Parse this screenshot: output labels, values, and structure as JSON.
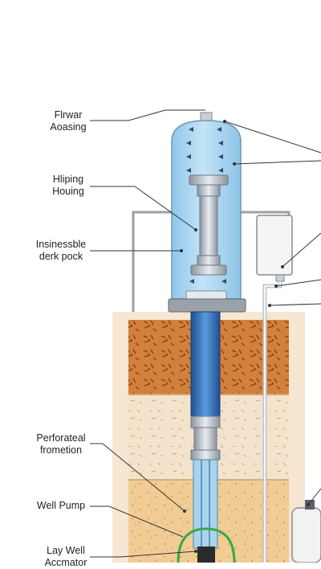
{
  "labels": {
    "top_casing": {
      "line1": "Flrwar",
      "line2": "Aoasing"
    },
    "housing": {
      "line1": "Hliping",
      "line2": "Houing"
    },
    "deck": {
      "line1": "Insinessble",
      "line2": "derk pock"
    },
    "formation": {
      "line1": "Perforateal",
      "line2": "frometion"
    },
    "pump": {
      "line1": "Well Pump"
    },
    "accumulator": {
      "line1": "Lay Well",
      "line2": "Accmator"
    }
  },
  "colors": {
    "tank_fill": "#a8d4ef",
    "tank_stroke": "#5f8fb0",
    "pipe_blue": "#2f6db5",
    "metal": "#c9cfd6",
    "metal_dark": "#7f8893",
    "soil_top": "#c8702f",
    "soil_mid": "#f2dcc0",
    "soil_low": "#efc98d",
    "soil_frame": "#f7e7d2",
    "highlight_ring": "#3aa84a"
  }
}
